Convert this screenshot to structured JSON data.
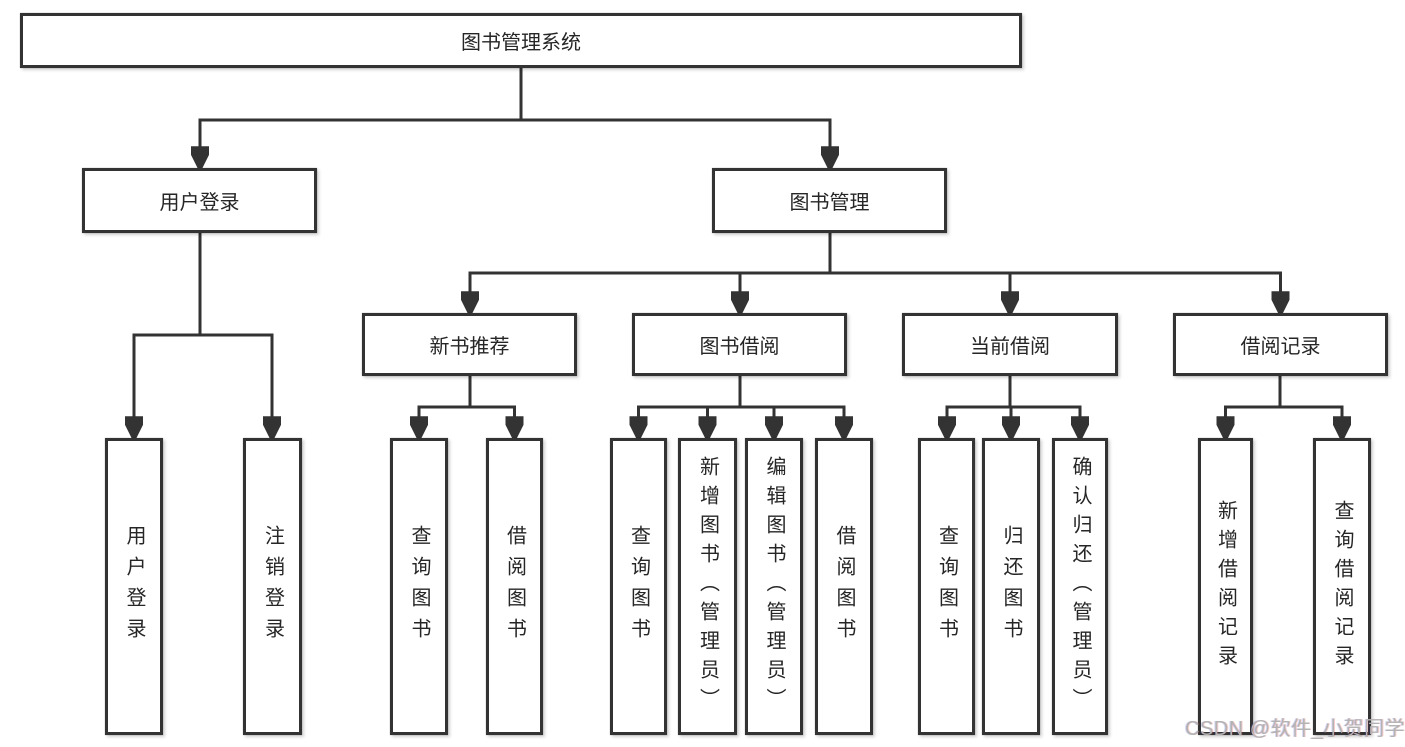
{
  "diagram": {
    "root": {
      "label": "图书管理系统"
    },
    "level2": {
      "user_login": {
        "label": "用户登录"
      },
      "book_mgmt": {
        "label": "图书管理"
      }
    },
    "level3": {
      "new_book_rec": {
        "label": "新书推荐"
      },
      "book_borrow": {
        "label": "图书借阅"
      },
      "current_borrow": {
        "label": "当前借阅"
      },
      "borrow_record": {
        "label": "借阅记录"
      }
    },
    "leaves": {
      "user_login_leaf": {
        "label": "用户登录"
      },
      "logout": {
        "label": "注销登录"
      },
      "rec_query": {
        "label": "查询图书"
      },
      "rec_borrow": {
        "label": "借阅图书"
      },
      "bb_query": {
        "label": "查询图书"
      },
      "bb_add": {
        "label": "新增图书（管理员）"
      },
      "bb_edit": {
        "label": "编辑图书（管理员）"
      },
      "bb_borrow": {
        "label": "借阅图书"
      },
      "cb_query": {
        "label": "查询图书"
      },
      "cb_return": {
        "label": "归还图书"
      },
      "cb_confirm": {
        "label": "确认归还（管理员）"
      },
      "br_add": {
        "label": "新增借阅记录"
      },
      "br_query": {
        "label": "查询借阅记录"
      }
    }
  },
  "watermark": {
    "text": "CSDN @软件_小贺同学"
  },
  "colors": {
    "line": "#333333",
    "text": "#262626",
    "background": "#ffffff",
    "watermark": "#b3b3b3"
  }
}
